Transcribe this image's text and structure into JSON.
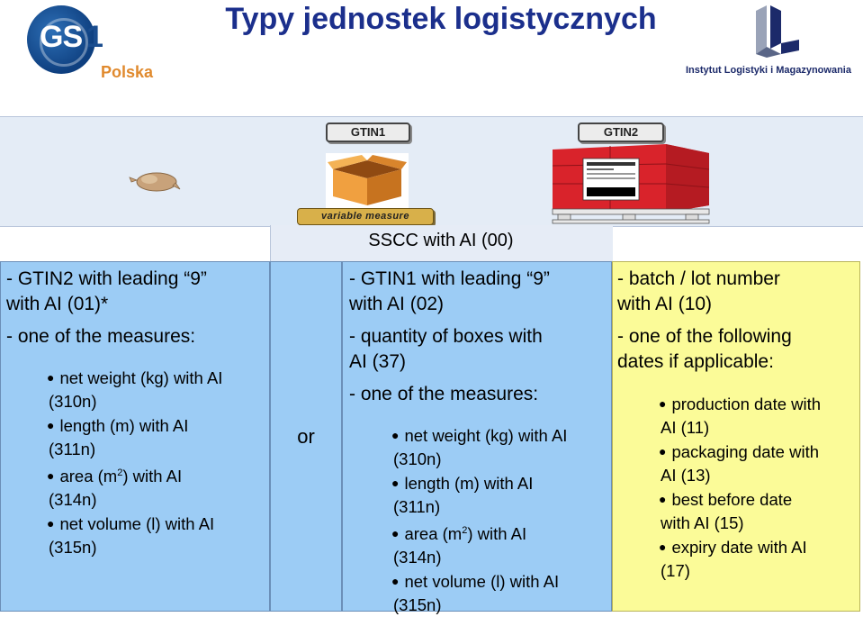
{
  "header": {
    "title": "Typy jednostek logistycznych",
    "gs1_logo": {
      "mark": "GS",
      "digit": "1",
      "subtitle": "Polska"
    },
    "ilm_logo": {
      "org_name": "Instytut Logistyki i Magazynowania"
    }
  },
  "images": {
    "gtin1_tag": "GTIN1",
    "gtin2_tag": "GTIN2",
    "variable_tag": "variable measure",
    "icons": [
      "chicken-icon",
      "cardboard-box-icon",
      "pallet-icon"
    ]
  },
  "sscc_label": "SSCC with AI (00)",
  "left_column": {
    "heading": [
      "- GTIN2 with leading “9”",
      "with AI (01)*",
      "- one of the measures:"
    ],
    "bullets": [
      [
        "net weight (kg) with AI",
        "(310n)"
      ],
      [
        "length (m) with AI",
        "(311n)"
      ],
      [
        "area (m",
        "2",
        ") with AI",
        "(314n)"
      ],
      [
        "net volume (l) with AI",
        "(315n)"
      ]
    ]
  },
  "or_label": "or",
  "middle_column": {
    "heading": [
      "- GTIN1 with leading “9”",
      "with AI (02)",
      "- quantity of boxes with",
      "AI (37)",
      "- one of the measures:"
    ],
    "bullets": [
      [
        "net weight (kg) with AI",
        "(310n)"
      ],
      [
        "length (m) with AI",
        "(311n)"
      ],
      [
        "area (m",
        "2",
        ") with AI",
        "(314n)"
      ],
      [
        "net volume (l) with AI",
        "(315n)"
      ]
    ]
  },
  "right_column": {
    "heading": [
      "- batch / lot number",
      "with AI (10)",
      "- one of the following",
      "dates if applicable:"
    ],
    "bullets": [
      [
        "production date with",
        "AI (11)"
      ],
      [
        "packaging date with",
        "AI (13)"
      ],
      [
        "best before date",
        "with AI (15)"
      ],
      [
        "expiry date with AI",
        "(17)"
      ]
    ]
  },
  "colors": {
    "title": "#1b2f8c",
    "blue_column": "#9cccf5",
    "yellow_column": "#fbfb98",
    "strip": "#e4ecf6",
    "pallet_red": "#d9232b"
  }
}
